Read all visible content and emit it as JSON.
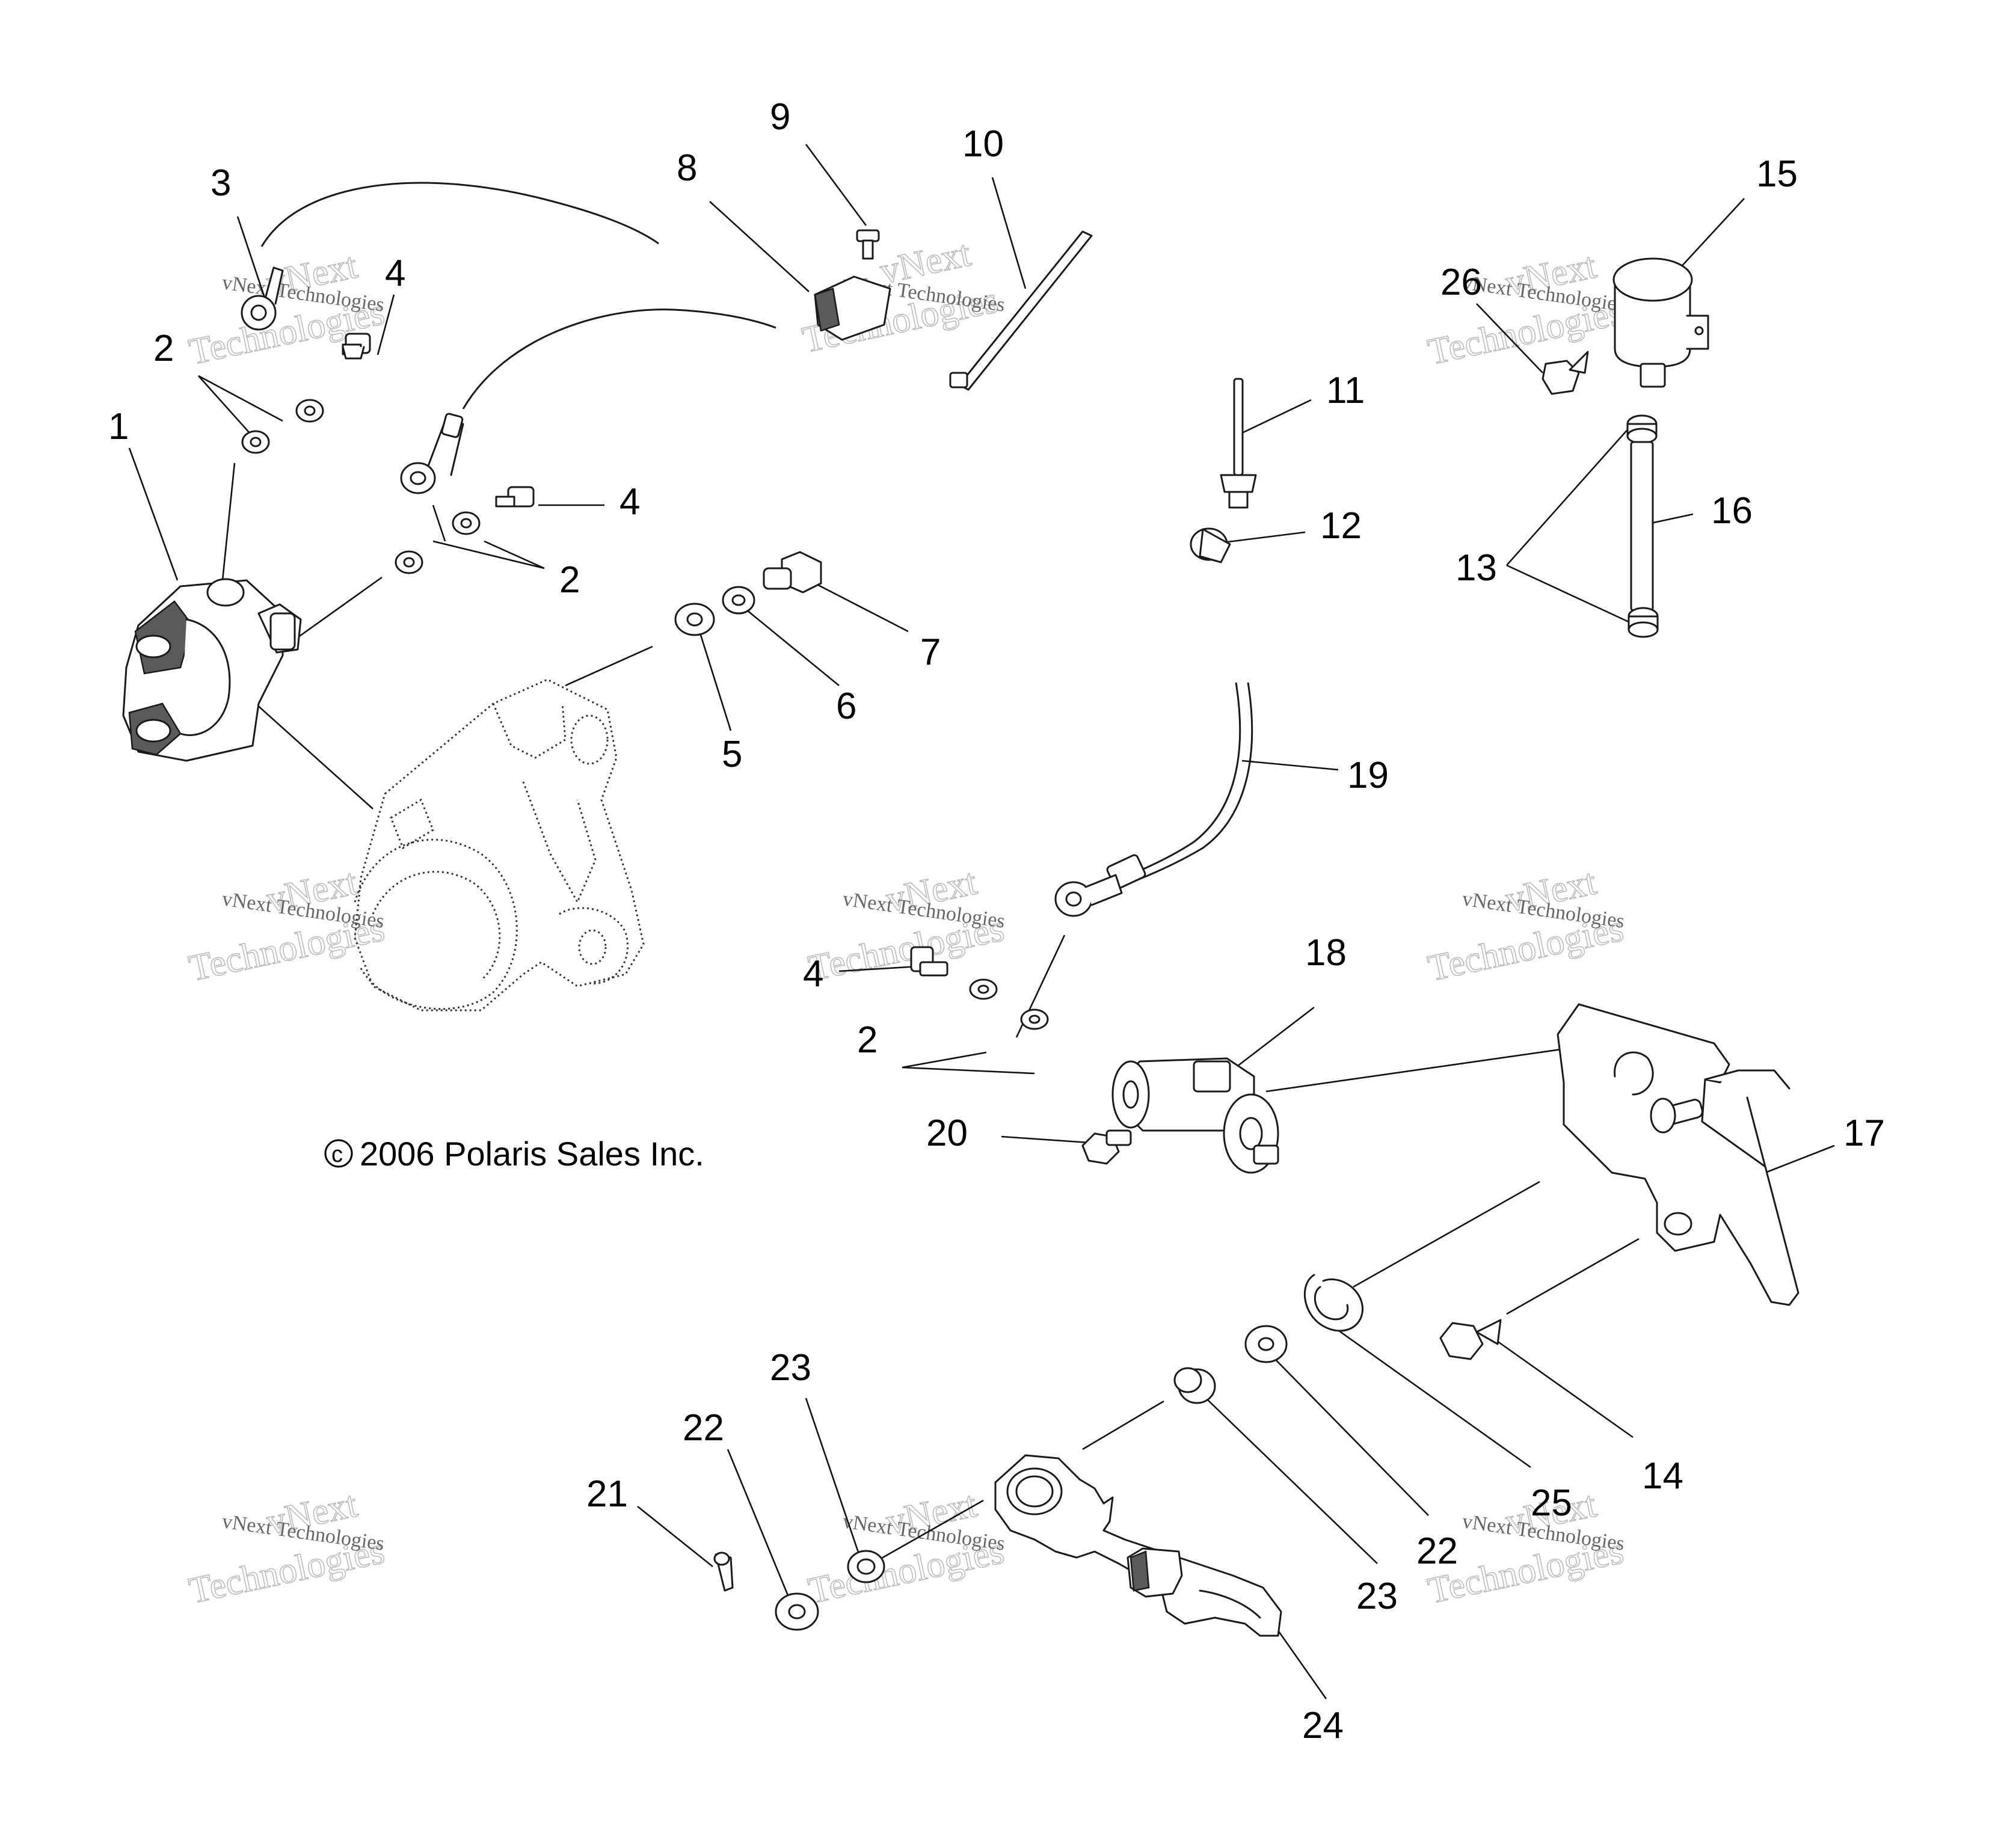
{
  "copyright": "2006 Polaris Sales Inc.",
  "copyright_symbol": "c",
  "watermark": {
    "line1": "vNext",
    "line2": "vNext Technologies",
    "line3": "Technologies"
  },
  "callouts": {
    "c1": "1",
    "c2a": "2",
    "c2b": "2",
    "c2c": "2",
    "c3": "3",
    "c4a": "4",
    "c4b": "4",
    "c4c": "4",
    "c5": "5",
    "c6": "6",
    "c7": "7",
    "c8": "8",
    "c9": "9",
    "c10": "10",
    "c11": "11",
    "c12": "12",
    "c13": "13",
    "c14": "14",
    "c15": "15",
    "c16": "16",
    "c17": "17",
    "c18": "18",
    "c19": "19",
    "c20": "20",
    "c21": "21",
    "c22a": "22",
    "c22b": "22",
    "c23a": "23",
    "c23b": "23",
    "c24": "24",
    "c25": "25",
    "c26": "26"
  }
}
